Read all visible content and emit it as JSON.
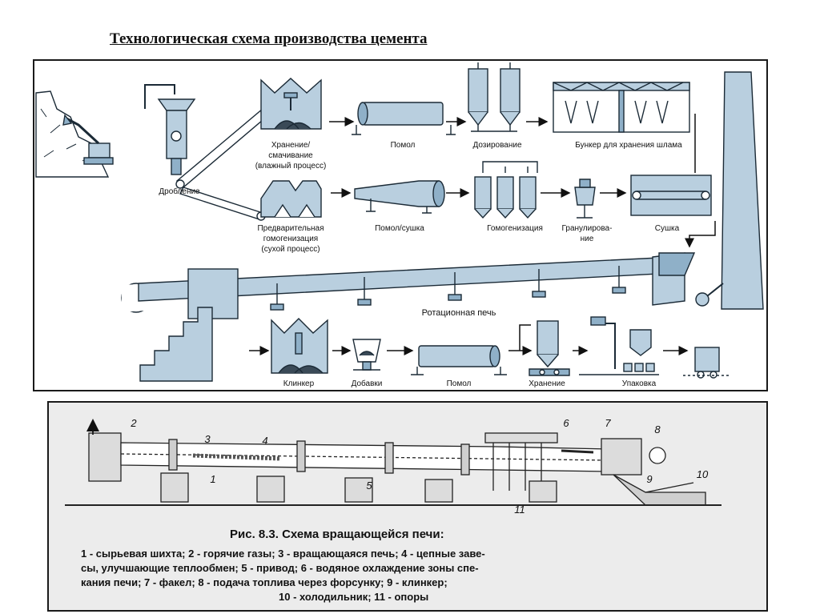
{
  "title": "Технологическая схема производства цемента",
  "flow": {
    "labels": {
      "crushing": "Дробление",
      "storage_wet_1": "Хранение/",
      "storage_wet_2": "смачивание",
      "storage_wet_3": "(влажный процесс)",
      "milling_top": "Помол",
      "dosing": "Дозирование",
      "slurry_bunker": "Бункер для хранения шлама",
      "prehomog_1": "Предварительная",
      "prehomog_2": "гомогенизация",
      "prehomog_3": "(сухой процесс)",
      "milling_drying": "Помол/сушка",
      "homogenization": "Гомогенизация",
      "granulation_1": "Гранулирова-",
      "granulation_2": "ние",
      "drying": "Сушка",
      "rotary_kiln": "Ротационная печь",
      "clinker": "Клинкер",
      "additives": "Добавки",
      "milling_bottom": "Помол",
      "storage": "Хранение",
      "packing": "Упаковка"
    },
    "colors": {
      "fill": "#b9cfdf",
      "fill_dark": "#8fb0c8",
      "stroke": "#1b2a36",
      "arrow": "#111111"
    }
  },
  "kiln": {
    "numbers": [
      "1",
      "2",
      "3",
      "4",
      "5",
      "6",
      "7",
      "8",
      "9",
      "10",
      "11"
    ],
    "caption": {
      "line1": "Рис. 8.3. Схема вращающейся печи:",
      "line2": "1 - сырьевая шихта; 2 - горячие газы; 3 - вращающаяся печь; 4 - цепные заве-",
      "line3": "сы, улучшающие теплообмен; 5 - привод; 6 - водяное охлаждение зоны спе-",
      "line4": "кания печи; 7 - факел; 8 - подача топлива через форсунку; 9 - клинкер;",
      "line5": "10 - холодильник; 11 - опоры"
    }
  }
}
